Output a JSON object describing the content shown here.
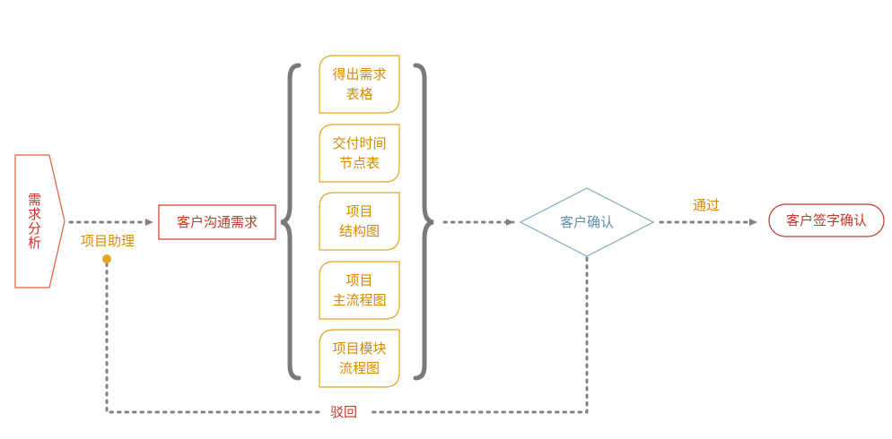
{
  "nodes": {
    "requirement_analysis": "需求分析",
    "client_communication": "客户沟通需求",
    "deliverables": [
      {
        "line1": "得出需求",
        "line2": "表格"
      },
      {
        "line1": "交付时间",
        "line2": "节点表"
      },
      {
        "line1": "项目",
        "line2": "结构图"
      },
      {
        "line1": "项目",
        "line2": "主流程图"
      },
      {
        "line1": "项目模块",
        "line2": "流程图"
      }
    ],
    "client_confirm": "客户确认",
    "client_signoff": "客户签字确认"
  },
  "edge_labels": {
    "project_assistant": "项目助理",
    "pass": "通过",
    "reject": "驳回"
  },
  "colors": {
    "red": "#c0392b",
    "orange": "#e0a820",
    "blue": "#7fa8c0",
    "dots": "#8a7f7f",
    "brace": "#7a7a7a"
  }
}
